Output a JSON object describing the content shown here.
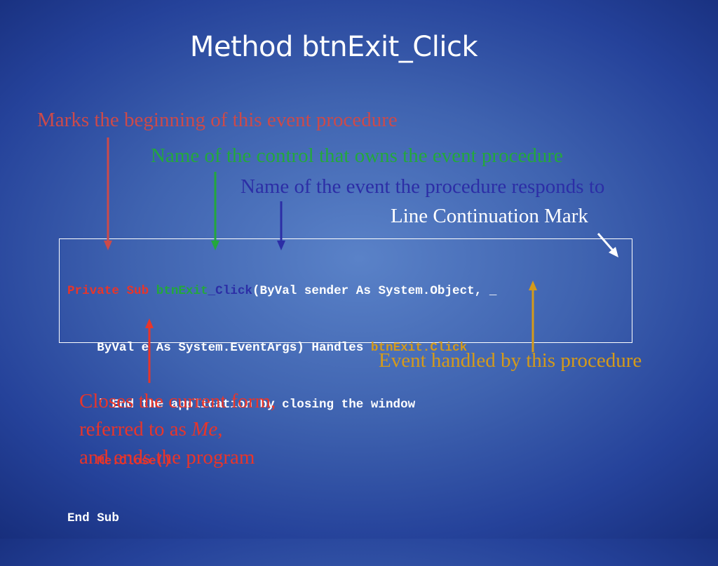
{
  "slide": {
    "title": "Method btnExit_Click"
  },
  "annotations": {
    "begin": "Marks the beginning of this event procedure",
    "control": "Name of the control that owns the event procedure",
    "event": "Name of the event the procedure responds to",
    "continuation": "Line Continuation Mark",
    "handled": "Event handled by this procedure",
    "close_line1": "Closes the current form,",
    "close_line2_pre": "referred to as ",
    "close_line2_em": "Me",
    "close_line2_post": ",",
    "close_line3": "and ends the program"
  },
  "code": {
    "line1_keywords": "Private Sub ",
    "line1_control": "btnExit",
    "line1_event": "_Click",
    "line1_rest": "(ByVal sender As System.Object, _",
    "line2_pre": "    ByVal e As System.EventArgs) Handles ",
    "line2_handled": "btnExit.Click",
    "line3": "    ' End the application by closing the window",
    "line4_indent": "    ",
    "line4_call": "Me.Close()",
    "line5": "End Sub"
  },
  "colors": {
    "keyword": "#e8352a",
    "control": "#23a83c",
    "event": "#2c2ea6",
    "handled": "#d49a1a",
    "begin_note": "#cc4a4a",
    "text": "#ffffff"
  }
}
